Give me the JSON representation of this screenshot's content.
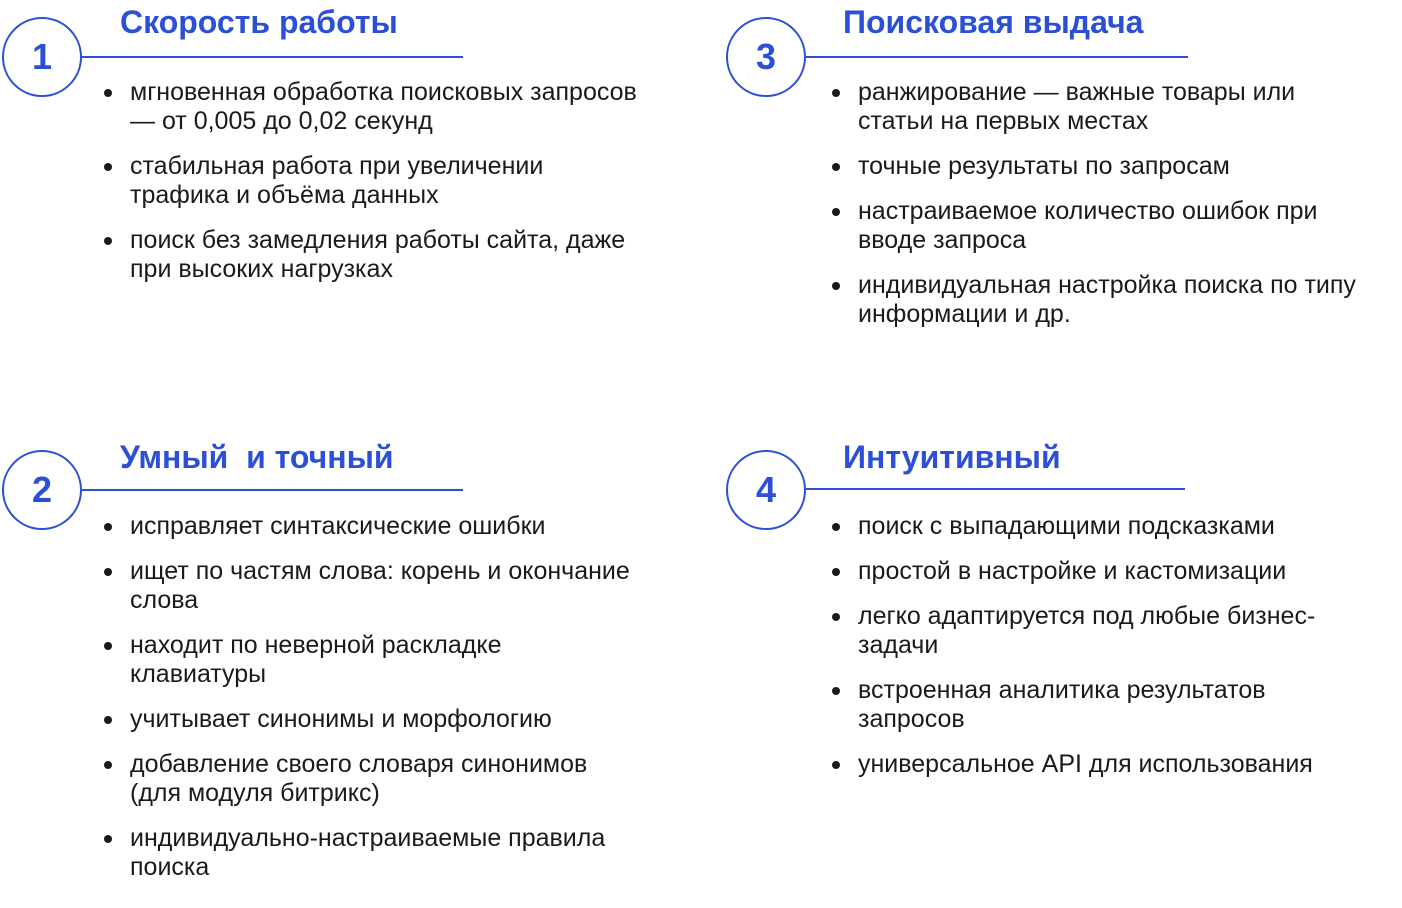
{
  "theme": {
    "accent": "#2b4fd6",
    "text": "#1a1a1a"
  },
  "sections": [
    {
      "number": "1",
      "title": "Скорость работы",
      "items": [
        "мгновенная обработка поисковых запросов — от 0,005 до 0,02 секунд",
        "стабильная работа при увеличении трафика и объёма данных",
        "поиск без замедления работы сайта, даже при высоких нагрузках"
      ]
    },
    {
      "number": "2",
      "title": "Умный  и точный",
      "items": [
        "исправляет синтаксические ошибки",
        "ищет по частям слова: корень и окончание слова",
        "находит по неверной раскладке клавиатуры",
        "учитывает синонимы и морфологию",
        "добавление своего словаря синонимов (для модуля битрикс)",
        "индивидуально-настраиваемые правила поиска"
      ]
    },
    {
      "number": "3",
      "title": "Поисковая выдача",
      "items": [
        "ранжирование — важные товары или статьи на первых местах",
        "точные результаты по запросам",
        "настраиваемое количество ошибок при вводе запроса",
        "индивидуальная настройка поиска по типу информации и др."
      ]
    },
    {
      "number": "4",
      "title": "Интуитивный",
      "items": [
        "поиск с выпадающими подсказками",
        "простой в настройке и кастомизации",
        "легко адаптируется под любые бизнес-задачи",
        "встроенная аналитика результатов запросов",
        "универсальное API для использования"
      ]
    }
  ]
}
